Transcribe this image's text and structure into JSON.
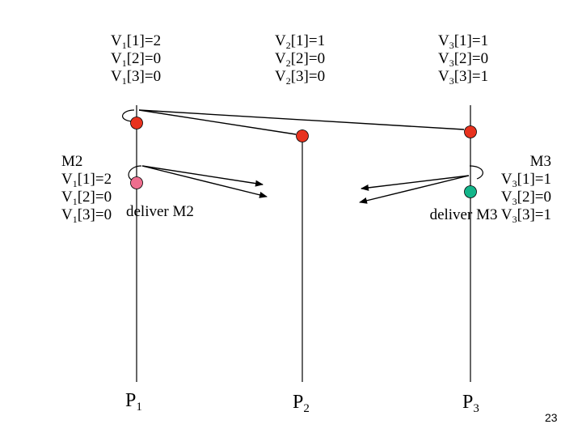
{
  "top_vectors": {
    "p1": [
      {
        "name": "V",
        "sub": "1",
        "rest": "[1]=2"
      },
      {
        "name": "V",
        "sub": "1",
        "rest": "[2]=0"
      },
      {
        "name": "V",
        "sub": "1",
        "rest": "[3]=0"
      }
    ],
    "p2": [
      {
        "name": "V",
        "sub": "2",
        "rest": "[1]=1"
      },
      {
        "name": "V",
        "sub": "2",
        "rest": "[2]=0"
      },
      {
        "name": "V",
        "sub": "2",
        "rest": "[3]=0"
      }
    ],
    "p3": [
      {
        "name": "V",
        "sub": "3",
        "rest": "[1]=1"
      },
      {
        "name": "V",
        "sub": "3",
        "rest": "[2]=0"
      },
      {
        "name": "V",
        "sub": "3",
        "rest": "[3]=1"
      }
    ]
  },
  "m2": {
    "title": "M2",
    "lines": [
      {
        "name": "V",
        "sub": "1",
        "rest": "[1]=2"
      },
      {
        "name": "V",
        "sub": "1",
        "rest": "[2]=0"
      },
      {
        "name": "V",
        "sub": "1",
        "rest": "[3]=0"
      }
    ],
    "deliver": "deliver M2"
  },
  "m3": {
    "title": "M3",
    "lines": [
      {
        "name": "V",
        "sub": "3",
        "rest": "[1]=1"
      },
      {
        "name": "V",
        "sub": "3",
        "rest": "[2]=0"
      },
      {
        "name": "V",
        "sub": "3",
        "rest": "[3]=1"
      }
    ],
    "deliver": "deliver M3"
  },
  "processes": [
    {
      "name": "P",
      "sub": "1"
    },
    {
      "name": "P",
      "sub": "2"
    },
    {
      "name": "P",
      "sub": "3"
    }
  ],
  "page_number": "23",
  "colors": {
    "send_event": "#e8321e",
    "pending_event": "#ee6e8e",
    "delivered_event": "#13b58a",
    "line": "#000000"
  }
}
